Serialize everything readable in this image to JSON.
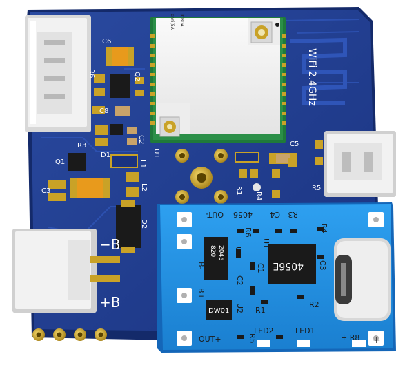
{
  "colors": {
    "main_pcb": "#1e3a8c",
    "main_pcb_edge": "#142a6a",
    "module_pcb": "#1f8fe0",
    "wifi_pcb": "#1f7a3a",
    "silkscreen": "#ffffff",
    "pad_gold": "#c9a227",
    "connector_white": "#eeeeee",
    "smd_black": "#1a1a1a",
    "capacitor_tan": "#c8a36a",
    "capacitor_orange": "#e89a1c"
  },
  "main_board": {
    "labels": {
      "c6": "C6",
      "r6": "R6",
      "q2": "Q2",
      "c8": "C8",
      "r3": "R3",
      "d1": "D1",
      "c2": "C2",
      "q1": "Q1",
      "l1": "L1",
      "c3": "C3",
      "l2": "L2",
      "d2": "D2",
      "u1": "U1",
      "c5": "C5",
      "r5": "R5",
      "r1": "R1",
      "r4": "R4",
      "minus_b": "−B",
      "plus_b": "+B"
    },
    "wifi_label": "WiFi 2.4GHz"
  },
  "wifi_module": {
    "logo_line1": "ICBDA",
    "logo_line2": "cnni(5A"
  },
  "charger_module": {
    "labels": {
      "out_minus": "OUT-",
      "chip_4056": "4056",
      "c4": "C4",
      "r3": "R3",
      "r6": "R6",
      "u3": "U3",
      "chip_820": "820",
      "chip_2045": "2045",
      "r4": "R4",
      "b_minus": "B-",
      "c1": "C1",
      "c2": "C2",
      "c3": "C3",
      "u1": "U1",
      "chip_4056e": "4056E",
      "b_plus": "B+",
      "u2": "U2",
      "chip_dw01": "DW01",
      "r1": "R1",
      "r2": "R2",
      "out_plus": "OUT+",
      "r5": "R5",
      "led2": "LED2",
      "led1": "LED1",
      "r8": "+ R8",
      "plus": "+"
    }
  }
}
